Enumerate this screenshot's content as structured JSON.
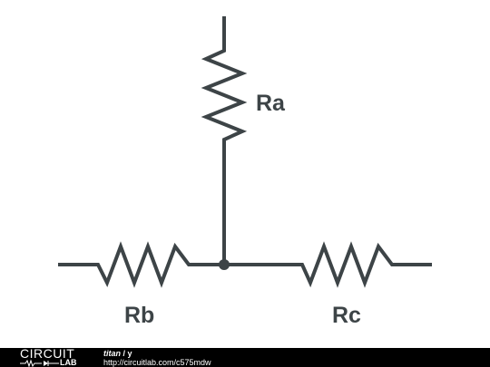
{
  "schematic": {
    "components": [
      {
        "id": "ra",
        "label": "Ra"
      },
      {
        "id": "rb",
        "label": "Rb"
      },
      {
        "id": "rc",
        "label": "Rc"
      }
    ],
    "wire_color": "#3d4447"
  },
  "footer": {
    "logo_top": "CIRCUIT",
    "logo_bottom": "LAB",
    "author": "titan",
    "separator": "/",
    "circuit_name": "y",
    "url": "http://circuitlab.com/c575mdw",
    "background": "#000000"
  }
}
